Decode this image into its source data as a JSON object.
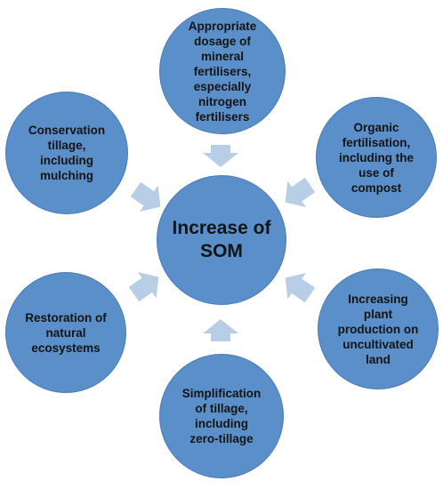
{
  "diagram": {
    "center": {
      "label": "Increase of\nSOM"
    },
    "factors": [
      {
        "id": "mineral-fertilisers",
        "label": "Appropriate\ndosage of\nmineral\nfertilisers,\nespecially\nnitrogen\nfertilisers"
      },
      {
        "id": "organic-fertilisation",
        "label": "Organic\nfertilisation,\nincluding the\nuse of\ncompost"
      },
      {
        "id": "plant-production",
        "label": "Increasing\nplant\nproduction on\nuncultivated\nland"
      },
      {
        "id": "simplification-tillage",
        "label": "Simplification\nof tillage,\nincluding\nzero-tillage"
      },
      {
        "id": "restoration-ecosystems",
        "label": "Restoration of\nnatural\necosystems"
      },
      {
        "id": "conservation-tillage",
        "label": "Conservation\ntillage,\nincluding\nmulching"
      }
    ],
    "colors": {
      "circle_fill": "#5b8fc9",
      "circle_border": "#4a7db8",
      "arrow_fill": "#b8cde6",
      "text": "#141414"
    }
  }
}
